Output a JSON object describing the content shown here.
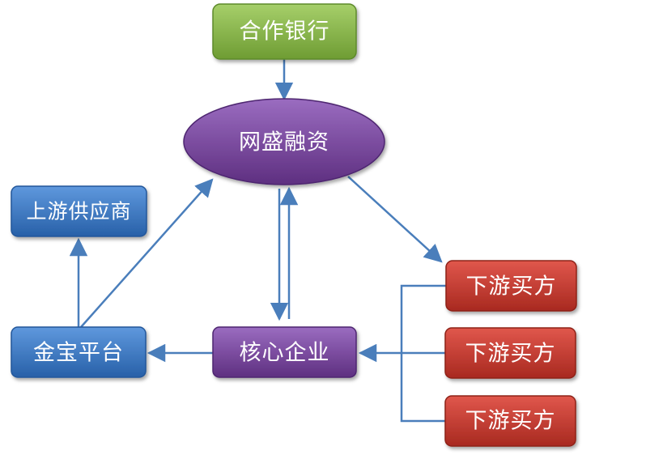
{
  "nodes": {
    "bank": {
      "label": "合作银行",
      "color": "#7aab3c"
    },
    "finance": {
      "label": "网盛融资",
      "color": "#6f3d91"
    },
    "supplier": {
      "label": "上游供应商",
      "color": "#2f6db5"
    },
    "platform": {
      "label": "金宝平台",
      "color": "#2f6db5"
    },
    "core": {
      "label": "核心企业",
      "color": "#6f3d91"
    },
    "buyer1": {
      "label": "下游买方",
      "color": "#c0322a"
    },
    "buyer2": {
      "label": "下游买方",
      "color": "#c0322a"
    },
    "buyer3": {
      "label": "下游买方",
      "color": "#c0322a"
    }
  },
  "edges": [
    {
      "from": "bank",
      "to": "finance"
    },
    {
      "from": "finance",
      "to": "core"
    },
    {
      "from": "core",
      "to": "finance"
    },
    {
      "from": "finance",
      "to": "buyer1"
    },
    {
      "from": "buyer",
      "to": "core"
    },
    {
      "from": "core",
      "to": "platform"
    },
    {
      "from": "platform",
      "to": "supplier"
    },
    {
      "from": "platform",
      "to": "finance"
    }
  ],
  "colors": {
    "arrow": "#4a7ebb"
  }
}
